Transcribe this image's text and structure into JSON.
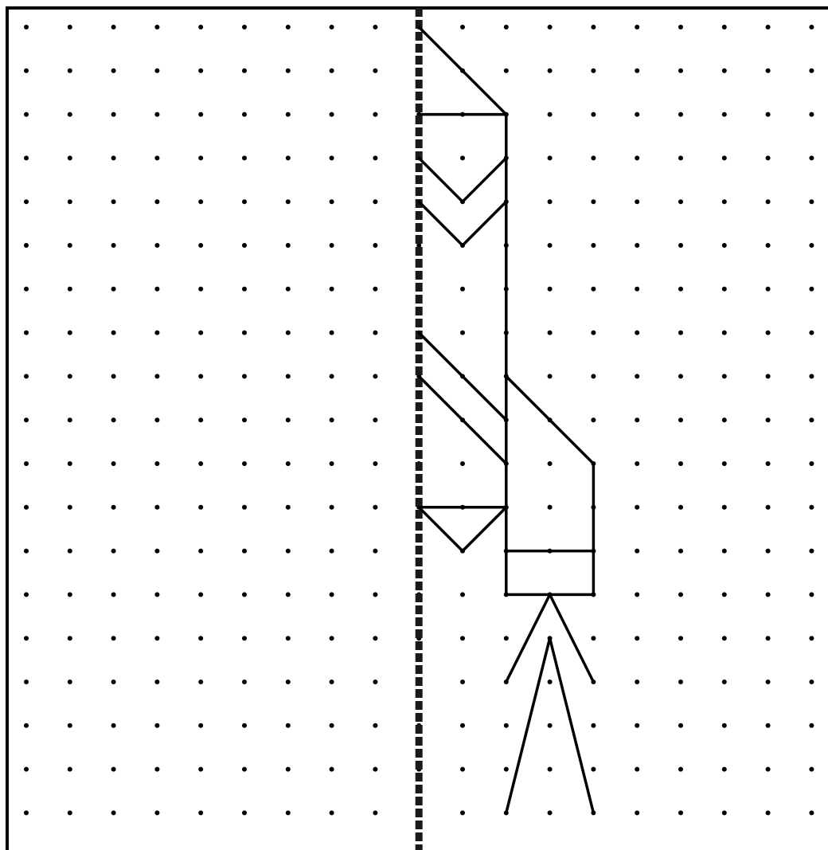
{
  "diagram": {
    "kind": "dot-grid-symmetry-drawing",
    "grid": {
      "columns": 19,
      "rows": 19
    },
    "mirror_line": {
      "style": "dashed",
      "column": 9
    },
    "colors": {
      "background": "#ffffff",
      "dots": "#000000",
      "lines": "#000000",
      "border": "#000000",
      "mirror_line": "#1a1a1a"
    },
    "shape_segments": [
      [
        [
          9,
          0
        ],
        [
          11,
          2
        ]
      ],
      [
        [
          9,
          2
        ],
        [
          11,
          2
        ]
      ],
      [
        [
          11,
          2
        ],
        [
          11,
          11
        ]
      ],
      [
        [
          9,
          3
        ],
        [
          10,
          4
        ]
      ],
      [
        [
          10,
          4
        ],
        [
          11,
          3
        ]
      ],
      [
        [
          9,
          4
        ],
        [
          10,
          5
        ]
      ],
      [
        [
          10,
          5
        ],
        [
          11,
          4
        ]
      ],
      [
        [
          9,
          7
        ],
        [
          11,
          9
        ]
      ],
      [
        [
          9,
          8
        ],
        [
          11,
          10
        ]
      ],
      [
        [
          9,
          11
        ],
        [
          11,
          11
        ]
      ],
      [
        [
          9,
          11
        ],
        [
          10,
          12
        ]
      ],
      [
        [
          10,
          12
        ],
        [
          11,
          11
        ]
      ],
      [
        [
          11,
          8
        ],
        [
          13,
          10
        ]
      ],
      [
        [
          13,
          10
        ],
        [
          13,
          13
        ]
      ],
      [
        [
          11,
          11
        ],
        [
          11,
          12
        ]
      ],
      [
        [
          11,
          12
        ],
        [
          13,
          12
        ]
      ],
      [
        [
          11,
          12
        ],
        [
          11,
          13
        ]
      ],
      [
        [
          11,
          13
        ],
        [
          13,
          13
        ]
      ],
      [
        [
          12,
          13
        ],
        [
          11,
          15
        ]
      ],
      [
        [
          12,
          13
        ],
        [
          13,
          15
        ]
      ],
      [
        [
          12,
          14
        ],
        [
          11,
          18
        ]
      ],
      [
        [
          12,
          14
        ],
        [
          13,
          18
        ]
      ]
    ]
  }
}
